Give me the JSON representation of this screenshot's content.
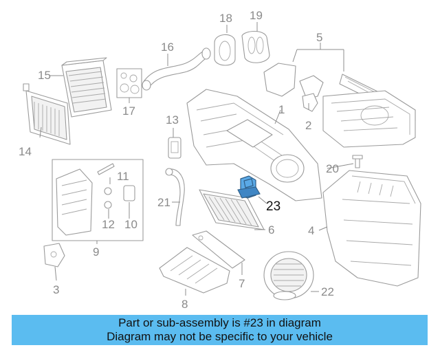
{
  "diagram": {
    "callouts": [
      "1",
      "2",
      "3",
      "4",
      "5",
      "6",
      "7",
      "8",
      "9",
      "10",
      "11",
      "12",
      "13",
      "14",
      "15",
      "16",
      "17",
      "18",
      "19",
      "20",
      "21",
      "22",
      "23"
    ],
    "highlighted_part": "23"
  },
  "banner": {
    "line1": "Part or sub-assembly is #23 in diagram",
    "line2": "Diagram may not be specific to your vehicle"
  },
  "colors": {
    "banner": "#5bbcf0",
    "highlight": "#5aa9e6",
    "line_art": "#9a9a9a"
  }
}
